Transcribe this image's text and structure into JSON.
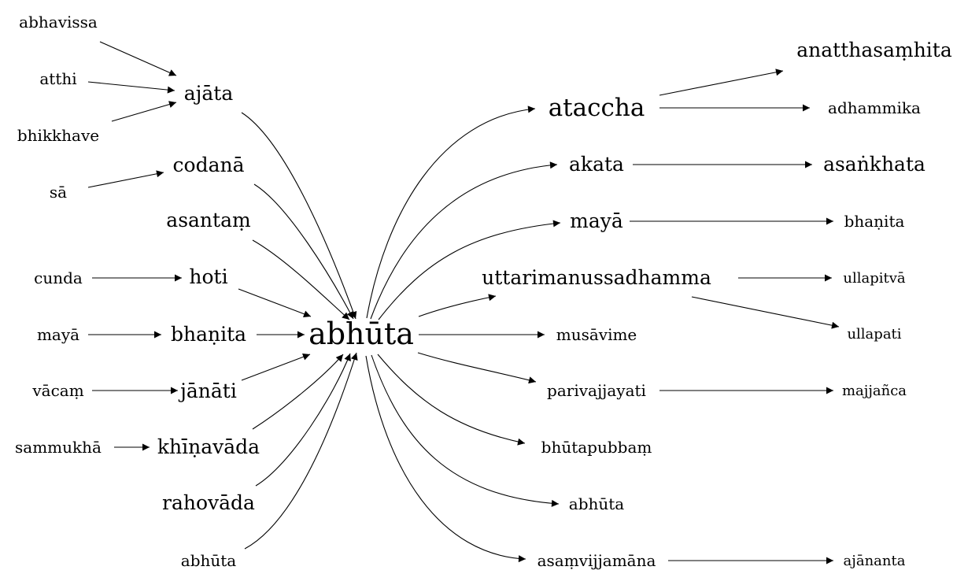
{
  "graph": {
    "center": {
      "label": "abhūta"
    },
    "in_nodes": {
      "ajata": "ajāta",
      "codana": "codanā",
      "asantam": "asantaṃ",
      "hoti": "hoti",
      "bhanita_left": "bhaṇita",
      "janati": "jānāti",
      "khinavada": "khīṇavāda",
      "rahovada": "rahovāda",
      "abhuta_left": "abhūta"
    },
    "source_nodes": {
      "abhavissa": "abhavissa",
      "atthi": "atthi",
      "bhikkhave": "bhikkhave",
      "sa": "sā",
      "cunda": "cunda",
      "maya_left": "mayā",
      "vacam": "vācaṃ",
      "sammukha": "sammukhā"
    },
    "out_nodes": {
      "ataccha": "ataccha",
      "akata": "akata",
      "maya_right": "mayā",
      "uttarimanussadhamma": "uttarimanussadhamma",
      "musavime": "musāvime",
      "parivajjayati": "parivajjayati",
      "bhutapubbam": "bhūtapubbaṃ",
      "abhuta_right": "abhūta",
      "asamvijjamana": "asaṃvijjamāna"
    },
    "leaf_nodes": {
      "anatthasamhita": "anatthasaṃhita",
      "adhammika": "adhammika",
      "asankhata": "asaṅkhata",
      "bhanita_right": "bhaṇita",
      "ullapitva": "ullapitvā",
      "ullapati": "ullapati",
      "majjanca": "majjañca",
      "ajananta": "ajānanta"
    }
  }
}
